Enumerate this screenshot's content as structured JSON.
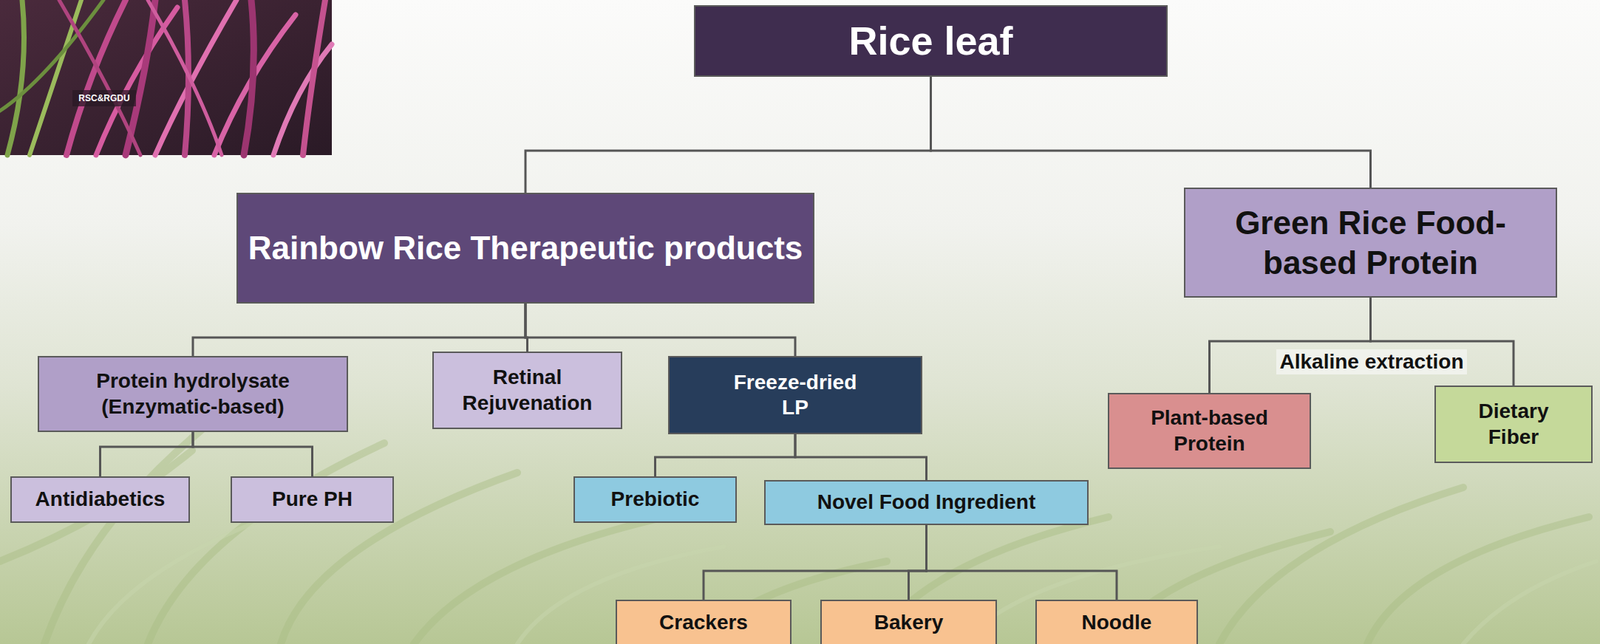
{
  "diagram": {
    "nodes": [
      {
        "text": [
          "Rice leaf"
        ]
      },
      {
        "text": [
          "Rainbow Rice Therapeutic products"
        ]
      },
      {
        "text": [
          "Green Rice Food-based Protein"
        ]
      },
      {
        "text": [
          "Protein hydrolysate (Enzymatic-based)"
        ]
      },
      {
        "text": [
          "Retinal Rejuvenation"
        ]
      },
      {
        "text": [
          "Freeze-dried LP"
        ]
      },
      {
        "text": [
          "Plant-based Protein"
        ]
      },
      {
        "text": [
          "Dietary Fiber"
        ]
      },
      {
        "text": [
          "Antidiabetics"
        ]
      },
      {
        "text": [
          "Pure PH"
        ]
      },
      {
        "text": [
          "Prebiotic"
        ]
      },
      {
        "text": [
          "Novel Food Ingredient"
        ]
      },
      {
        "text": [
          "Crackers"
        ]
      },
      {
        "text": [
          "Bakery"
        ]
      },
      {
        "text": [
          "Noodle"
        ]
      }
    ],
    "edges": [
      {
        "from": 0,
        "to": 1,
        "arrow": "none"
      },
      {
        "from": 0,
        "to": 2,
        "arrow": "none"
      },
      {
        "from": 1,
        "to": 3,
        "arrow": "none"
      },
      {
        "from": 1,
        "to": 4,
        "arrow": "none"
      },
      {
        "from": 1,
        "to": 5,
        "arrow": "none"
      },
      {
        "from": 3,
        "to": 8,
        "arrow": "none"
      },
      {
        "from": 3,
        "to": 9,
        "arrow": "none"
      },
      {
        "from": 5,
        "to": 10,
        "arrow": "none"
      },
      {
        "from": 5,
        "to": 11,
        "arrow": "none"
      },
      {
        "from": 11,
        "to": 12,
        "arrow": "none"
      },
      {
        "from": 11,
        "to": 13,
        "arrow": "none"
      },
      {
        "from": 11,
        "to": 14,
        "arrow": "none"
      },
      {
        "from": 2,
        "to": 6,
        "arrow": "none"
      },
      {
        "from": 2,
        "to": 7,
        "arrow": "none"
      }
    ],
    "labels": [
      "RSC&RGDU",
      "Alkaline extraction"
    ]
  }
}
